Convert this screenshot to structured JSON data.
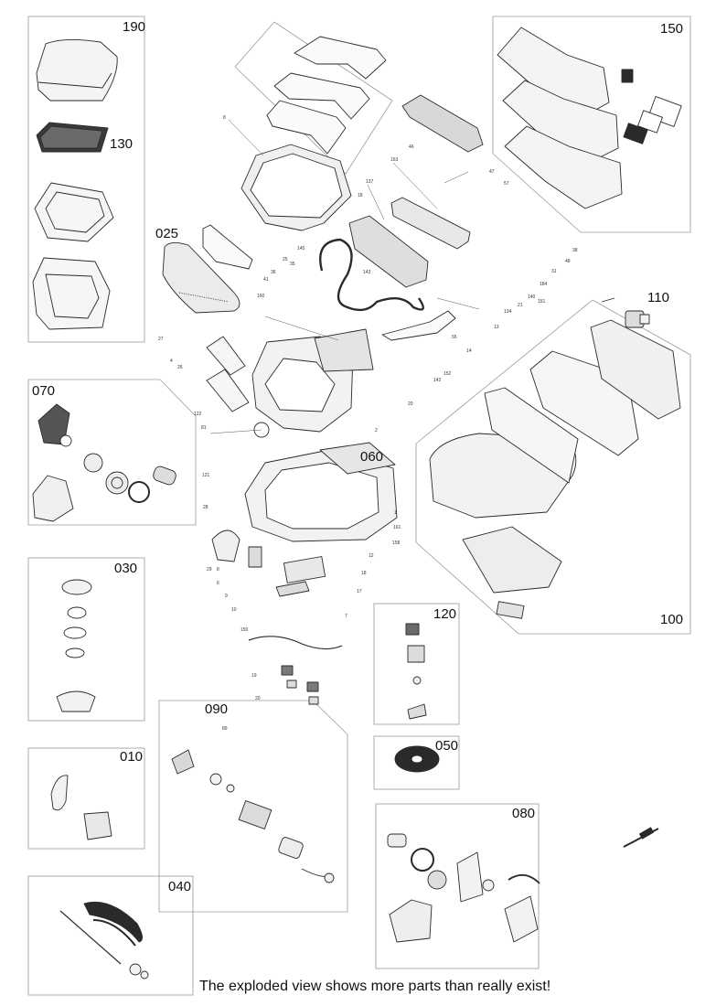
{
  "groups": {
    "g190": "190",
    "g130": "130",
    "g025": "025",
    "g070": "070",
    "g030": "030",
    "g010": "010",
    "g040": "040",
    "g060": "060",
    "g090": "090",
    "g120": "120",
    "g050": "050",
    "g080": "080",
    "g150": "150",
    "g110": "110",
    "g100": "100"
  },
  "part_numbers": [
    "8",
    "137",
    "18",
    "163",
    "46",
    "47",
    "57",
    "145",
    "143",
    "41",
    "36",
    "35",
    "25",
    "160",
    "13",
    "134",
    "140",
    "151",
    "184",
    "21",
    "31",
    "48",
    "38",
    "55",
    "14",
    "152",
    "142",
    "27",
    "4",
    "26",
    "122",
    "81",
    "121",
    "20",
    "2",
    "28",
    "1",
    "161",
    "158",
    "29",
    "6",
    "8",
    "12",
    "18",
    "17",
    "9",
    "10",
    "7",
    "150",
    "19",
    "20",
    "89"
  ],
  "footer": "The exploded view shows more parts than really exist!",
  "colors": {
    "line": "#2a2a2a",
    "box": "#9a9a9a",
    "fill_light": "#f2f2f2",
    "fill_mid": "#cfcfcf",
    "fill_dark": "#3a3a3a"
  }
}
